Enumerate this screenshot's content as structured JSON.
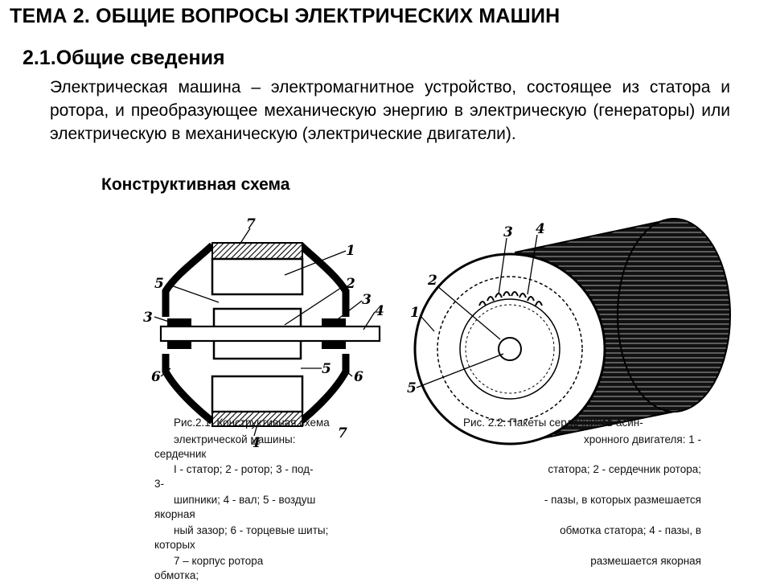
{
  "header": {
    "title": "ТЕМА 2. ОБЩИЕ ВОПРОСЫ ЭЛЕКТРИЧЕСКИХ МАШИН",
    "section": "2.1.Общие сведения"
  },
  "main": {
    "paragraph": "Электрическая машина – электромагнитное устройство, состоящее из статора и ротора, и преобразующее механическую энергию в электрическую (генераторы) или электрическую в механическую (электрические двигатели).",
    "scheme_heading": "Конструктивная схема"
  },
  "figure": {
    "left_labels": [
      "1",
      "2",
      "3",
      "4",
      "5",
      "6",
      "7"
    ],
    "right_labels": [
      "1",
      "2",
      "3",
      "4",
      "5"
    ],
    "caption_left": [
      "Рис.2.1. Конструктивная схема",
      "электрической машины:",
      "сердечник",
      "I - статор; 2 - ротор; 3 - под-",
      "3-",
      "шипники; 4 - вал; 5 - воздуш",
      "якорная",
      "ный зазор; 6 - торцевые шиты;",
      "которых",
      "7 – корпус    ротора",
      "обмотка;"
    ],
    "caption_right": [
      "Рис. 2.2. Пакеты сердечников асин-",
      "хронного двигателя: 1 -",
      "статора; 2 - сердечник ротора;",
      "- пазы, в которых размешается",
      "обмотка статора; 4 - пазы, в",
      "размешается якорная"
    ]
  }
}
